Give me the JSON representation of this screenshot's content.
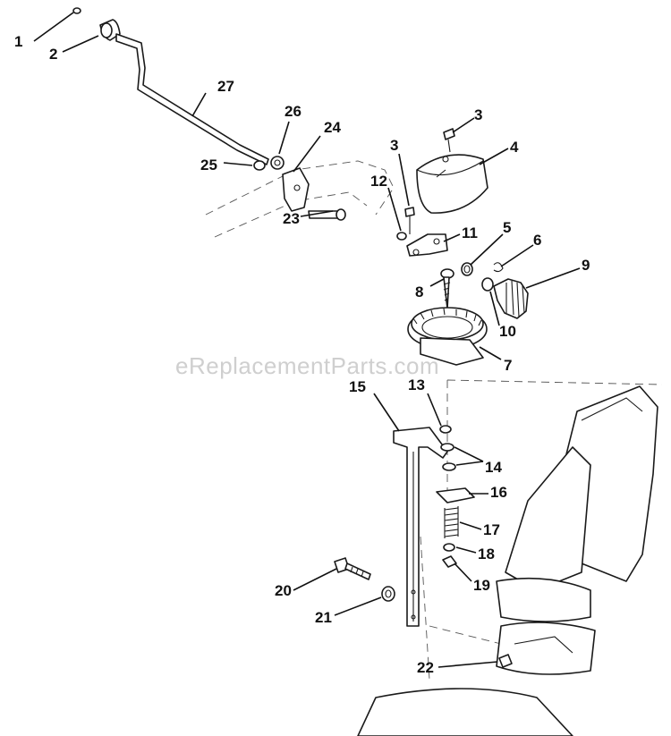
{
  "watermark": "eReplacementParts.com",
  "callouts": [
    "1",
    "2",
    "3",
    "3",
    "4",
    "5",
    "6",
    "7",
    "8",
    "9",
    "10",
    "11",
    "12",
    "13",
    "14",
    "15",
    "16",
    "17",
    "18",
    "19",
    "20",
    "21",
    "22",
    "23",
    "24",
    "25",
    "26",
    "27"
  ]
}
